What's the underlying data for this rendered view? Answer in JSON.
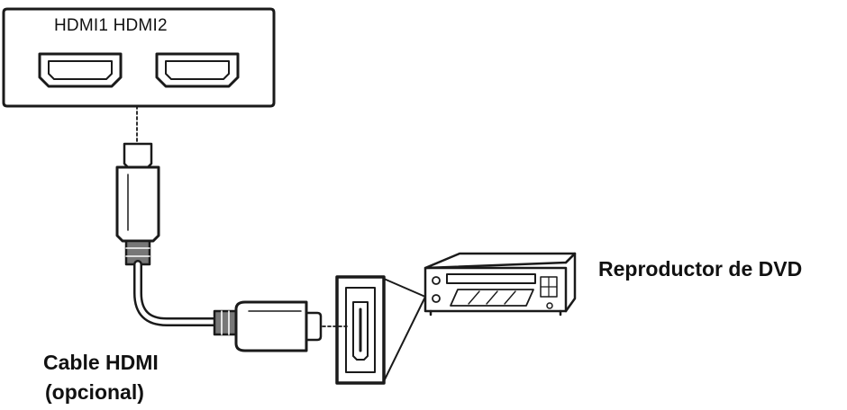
{
  "tv_panel": {
    "port_labels": "HDMI1 HDMI2",
    "ports": [
      "HDMI1",
      "HDMI2"
    ]
  },
  "device": {
    "name": "Reproductor de DVD"
  },
  "cable": {
    "label_line1": "Cable HDMI",
    "label_line2": "(opcional)"
  },
  "icons": {
    "hdmi_port": "hdmi-port-icon",
    "hdmi_plug": "hdmi-plug-icon",
    "dvd_player": "dvd-player-icon"
  },
  "colors": {
    "line": "#1a1a1a",
    "panel_fill": "#ffffff",
    "shade": "#777777"
  }
}
